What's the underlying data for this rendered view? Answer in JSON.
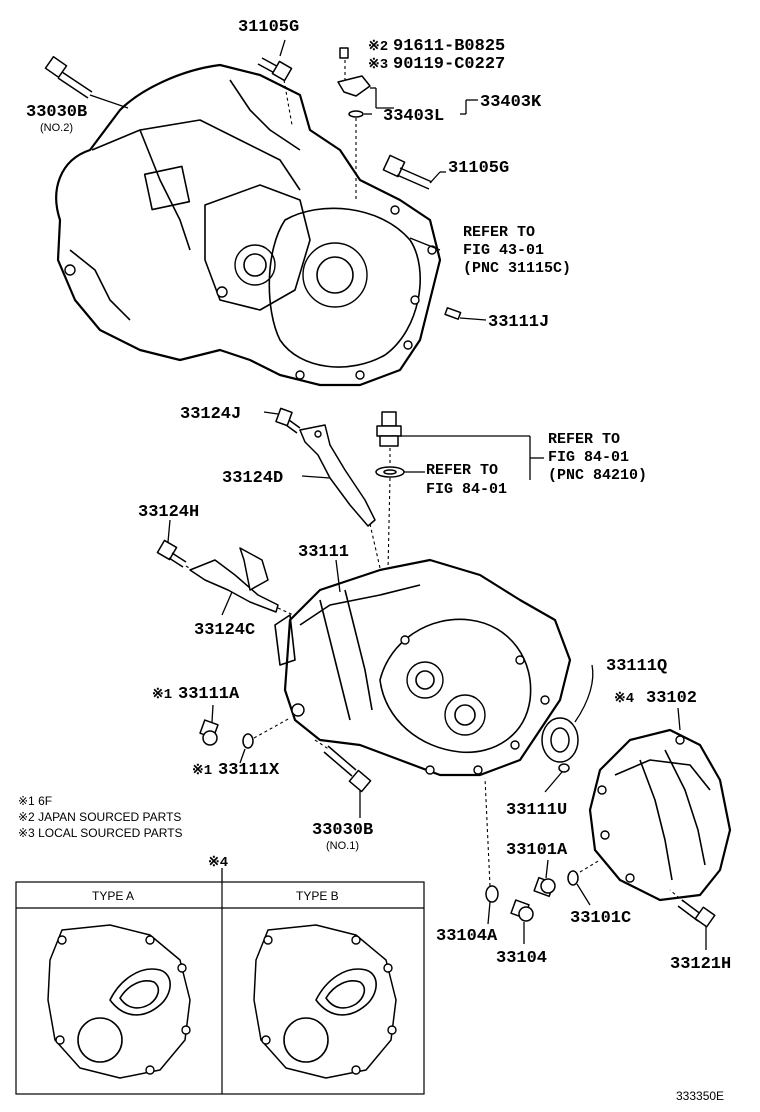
{
  "parts": {
    "p31105G_top": "31105G",
    "p33030B_top": "33030B",
    "p33030B_top_sub": "(NO.2)",
    "bolt1_marker": "※2",
    "bolt1_pn": "91611-B0825",
    "bolt2_marker": "※3",
    "bolt2_pn": "90119-C0227",
    "p33403L": "33403L",
    "p33403K": "33403K",
    "p31105G_mid": "31105G",
    "p33111J": "33111J",
    "p33124J": "33124J",
    "p33124D": "33124D",
    "p33124H": "33124H",
    "p33111": "33111",
    "p33124C": "33124C",
    "p33111Q": "33111Q",
    "p33102_marker": "※4",
    "p33102": "33102",
    "p33111A_marker": "※1",
    "p33111A": "33111A",
    "p33111X_marker": "※1",
    "p33111X": "33111X",
    "p33030B_bot": "33030B",
    "p33030B_bot_sub": "(NO.1)",
    "p33111U": "33111U",
    "p33101A": "33101A",
    "p33101C": "33101C",
    "p33104A": "33104A",
    "p33104": "33104",
    "p33121H": "33121H"
  },
  "refs": {
    "ref1_l1": "REFER TO",
    "ref1_l2": "FIG 43-01",
    "ref1_l3": "(PNC 31115C)",
    "ref2_l1": "REFER TO",
    "ref2_l2": "FIG 84-01",
    "ref2_l3": "(PNC 84210)",
    "ref3_l1": "REFER TO",
    "ref3_l2": "FIG 84-01"
  },
  "notes": {
    "n1": "※1 6F",
    "n2": "※2 JAPAN SOURCED PARTS",
    "n3": "※3 LOCAL SOURCED PARTS"
  },
  "types": {
    "marker": "※4",
    "type_a": "TYPE A",
    "type_b": "TYPE B"
  },
  "figure_id": "333350E"
}
